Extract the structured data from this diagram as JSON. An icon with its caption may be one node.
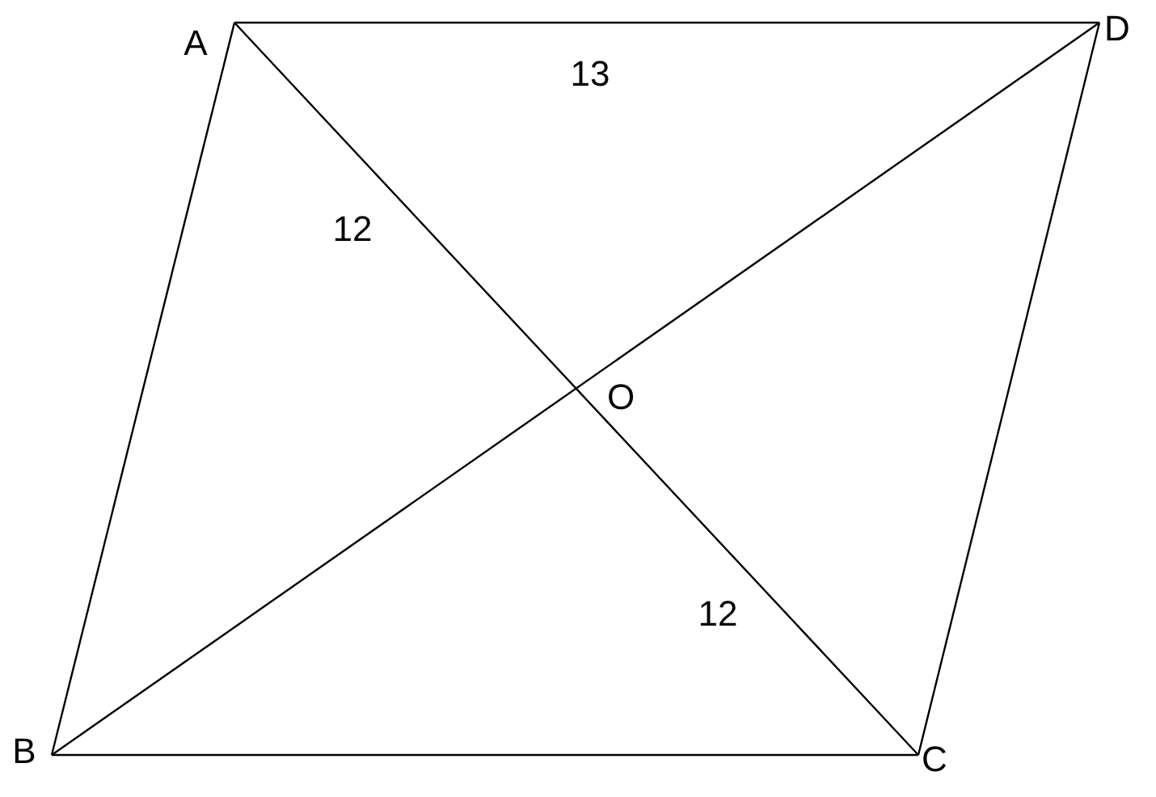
{
  "diagram": {
    "labels": [
      "A",
      "D",
      "13",
      "12",
      "O",
      "12",
      "B",
      "C"
    ]
  }
}
